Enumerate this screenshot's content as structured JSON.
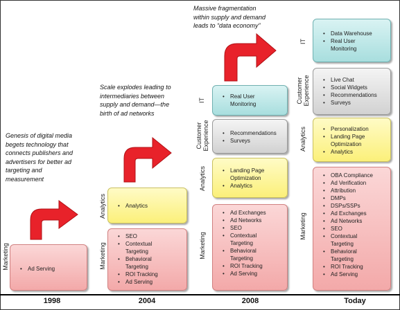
{
  "colors": {
    "marketing": "#f3a9a9",
    "analytics": "#fbf07a",
    "customer_experience": "#d2d2d2",
    "it": "#a8dede",
    "arrow": "#e8222a"
  },
  "eras": [
    {
      "year": "1998",
      "caption": [
        "Genesis of digital media",
        "begets technology that",
        "connects publishers and",
        "advertisers for better ad",
        "targeting and",
        "measurement"
      ],
      "layers": [
        {
          "label": "Marketing",
          "items": [
            "Ad Serving"
          ]
        }
      ]
    },
    {
      "year": "2004",
      "caption": [
        "Scale explodes leading to",
        "intermediaries between",
        "supply and demand—the",
        "birth of  ad networks"
      ],
      "layers": [
        {
          "label": "Analytics",
          "items": [
            "Analytics"
          ]
        },
        {
          "label": "Marketing",
          "items": [
            "SEO",
            "Contextual",
            "Targeting",
            "Behavioral",
            "Targeting",
            "ROI Tracking",
            "Ad Serving"
          ]
        }
      ]
    },
    {
      "year": "2008",
      "caption": [
        "Massive fragmentation",
        "within supply and demand",
        "leads to “data economy”"
      ],
      "layers": [
        {
          "label": "IT",
          "items": [
            "Real User",
            "Monitoring"
          ]
        },
        {
          "label_line1": "Customer",
          "label_line2": "Experience",
          "items": [
            "Recommendations",
            "Surveys"
          ]
        },
        {
          "label": "Analytics",
          "items": [
            "Landing Page",
            "Optimization",
            "Analytics"
          ]
        },
        {
          "label": "Marketing",
          "items": [
            "Ad Exchanges",
            "Ad Networks",
            "SEO",
            "Contextual",
            "Targeting",
            "Behavioral",
            "Targeting",
            "ROI Tracking",
            "Ad Serving"
          ]
        }
      ]
    },
    {
      "year": "Today",
      "layers": [
        {
          "label": "IT",
          "items": [
            "Data Warehouse",
            "Real User",
            "Monitoring"
          ]
        },
        {
          "label_line1": "Customer",
          "label_line2": "Experience",
          "items": [
            "Live Chat",
            "Social Widgets",
            "Recommendations",
            "Surveys"
          ]
        },
        {
          "label": "Analytics",
          "items": [
            "Personalization",
            "Landing Page",
            "Optimization",
            "Analytics"
          ]
        },
        {
          "label": "Marketing",
          "items": [
            "OBA Compliance",
            "Ad Verification",
            "Attribution",
            "DMPs",
            "DSPs/SSPs",
            "Ad Exchanges",
            "Ad Networks",
            "SEO",
            "Contextual",
            "Targeting",
            "Behavioral",
            "Targeting",
            "ROI Tracking",
            "Ad Serving"
          ]
        }
      ]
    }
  ]
}
